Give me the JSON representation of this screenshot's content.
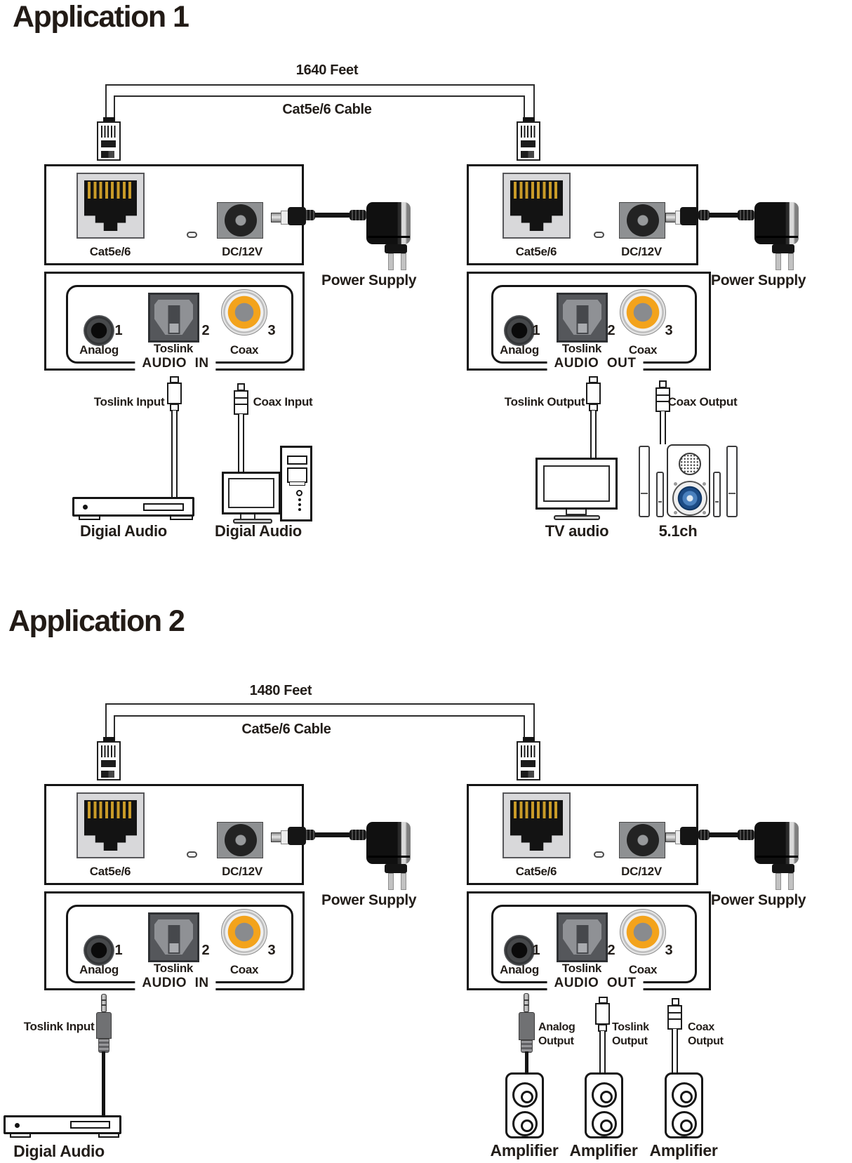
{
  "app1": {
    "title": "Application 1",
    "cable": {
      "distance": "1640 Feet",
      "type": "Cat5e/6 Cable"
    },
    "transmitter": {
      "rj45_port": "Cat5e/6",
      "dc_port": "DC/12V",
      "power_supply": "Power Supply",
      "port1_num": "1",
      "port2_num": "2",
      "port3_num": "3",
      "port1": "Analog",
      "port2": "Toslink",
      "port3": "Coax",
      "panel": "AUDIO  IN"
    },
    "receiver": {
      "rj45_port": "Cat5e/6",
      "dc_port": "DC/12V",
      "power_supply": "Power Supply",
      "port1_num": "1",
      "port2_num": "2",
      "port3_num": "3",
      "port1": "Analog",
      "port2": "Toslink",
      "port3": "Coax",
      "panel": "AUDIO  OUT"
    },
    "inputs": {
      "toslink": "Toslink Input",
      "coax": "Coax Input",
      "source1": "Digial Audio",
      "source2": "Digial Audio"
    },
    "outputs": {
      "toslink": "Toslink Output",
      "coax": "Coax Output",
      "sink1": "TV audio",
      "sink2": "5.1ch"
    }
  },
  "app2": {
    "title": "Application 2",
    "cable": {
      "distance": "1480 Feet",
      "type": "Cat5e/6 Cable"
    },
    "transmitter": {
      "rj45_port": "Cat5e/6",
      "dc_port": "DC/12V",
      "power_supply": "Power Supply",
      "port1_num": "1",
      "port2_num": "2",
      "port3_num": "3",
      "port1": "Analog",
      "port2": "Toslink",
      "port3": "Coax",
      "panel": "AUDIO  IN"
    },
    "receiver": {
      "rj45_port": "Cat5e/6",
      "dc_port": "DC/12V",
      "power_supply": "Power Supply",
      "port1_num": "1",
      "port2_num": "2",
      "port3_num": "3",
      "port1": "Analog",
      "port2": "Toslink",
      "port3": "Coax",
      "panel": "AUDIO  OUT"
    },
    "inputs": {
      "toslink": "Toslink Input",
      "source1": "Digial Audio"
    },
    "outputs": {
      "analog_l1": "Analog",
      "analog_l2": "Output",
      "toslink_l1": "Toslink",
      "toslink_l2": "Output",
      "coax_l1": "Coax",
      "coax_l2": "Output",
      "amp1": "Amplifier",
      "amp2": "Amplifier",
      "amp3": "Amplifier"
    }
  }
}
